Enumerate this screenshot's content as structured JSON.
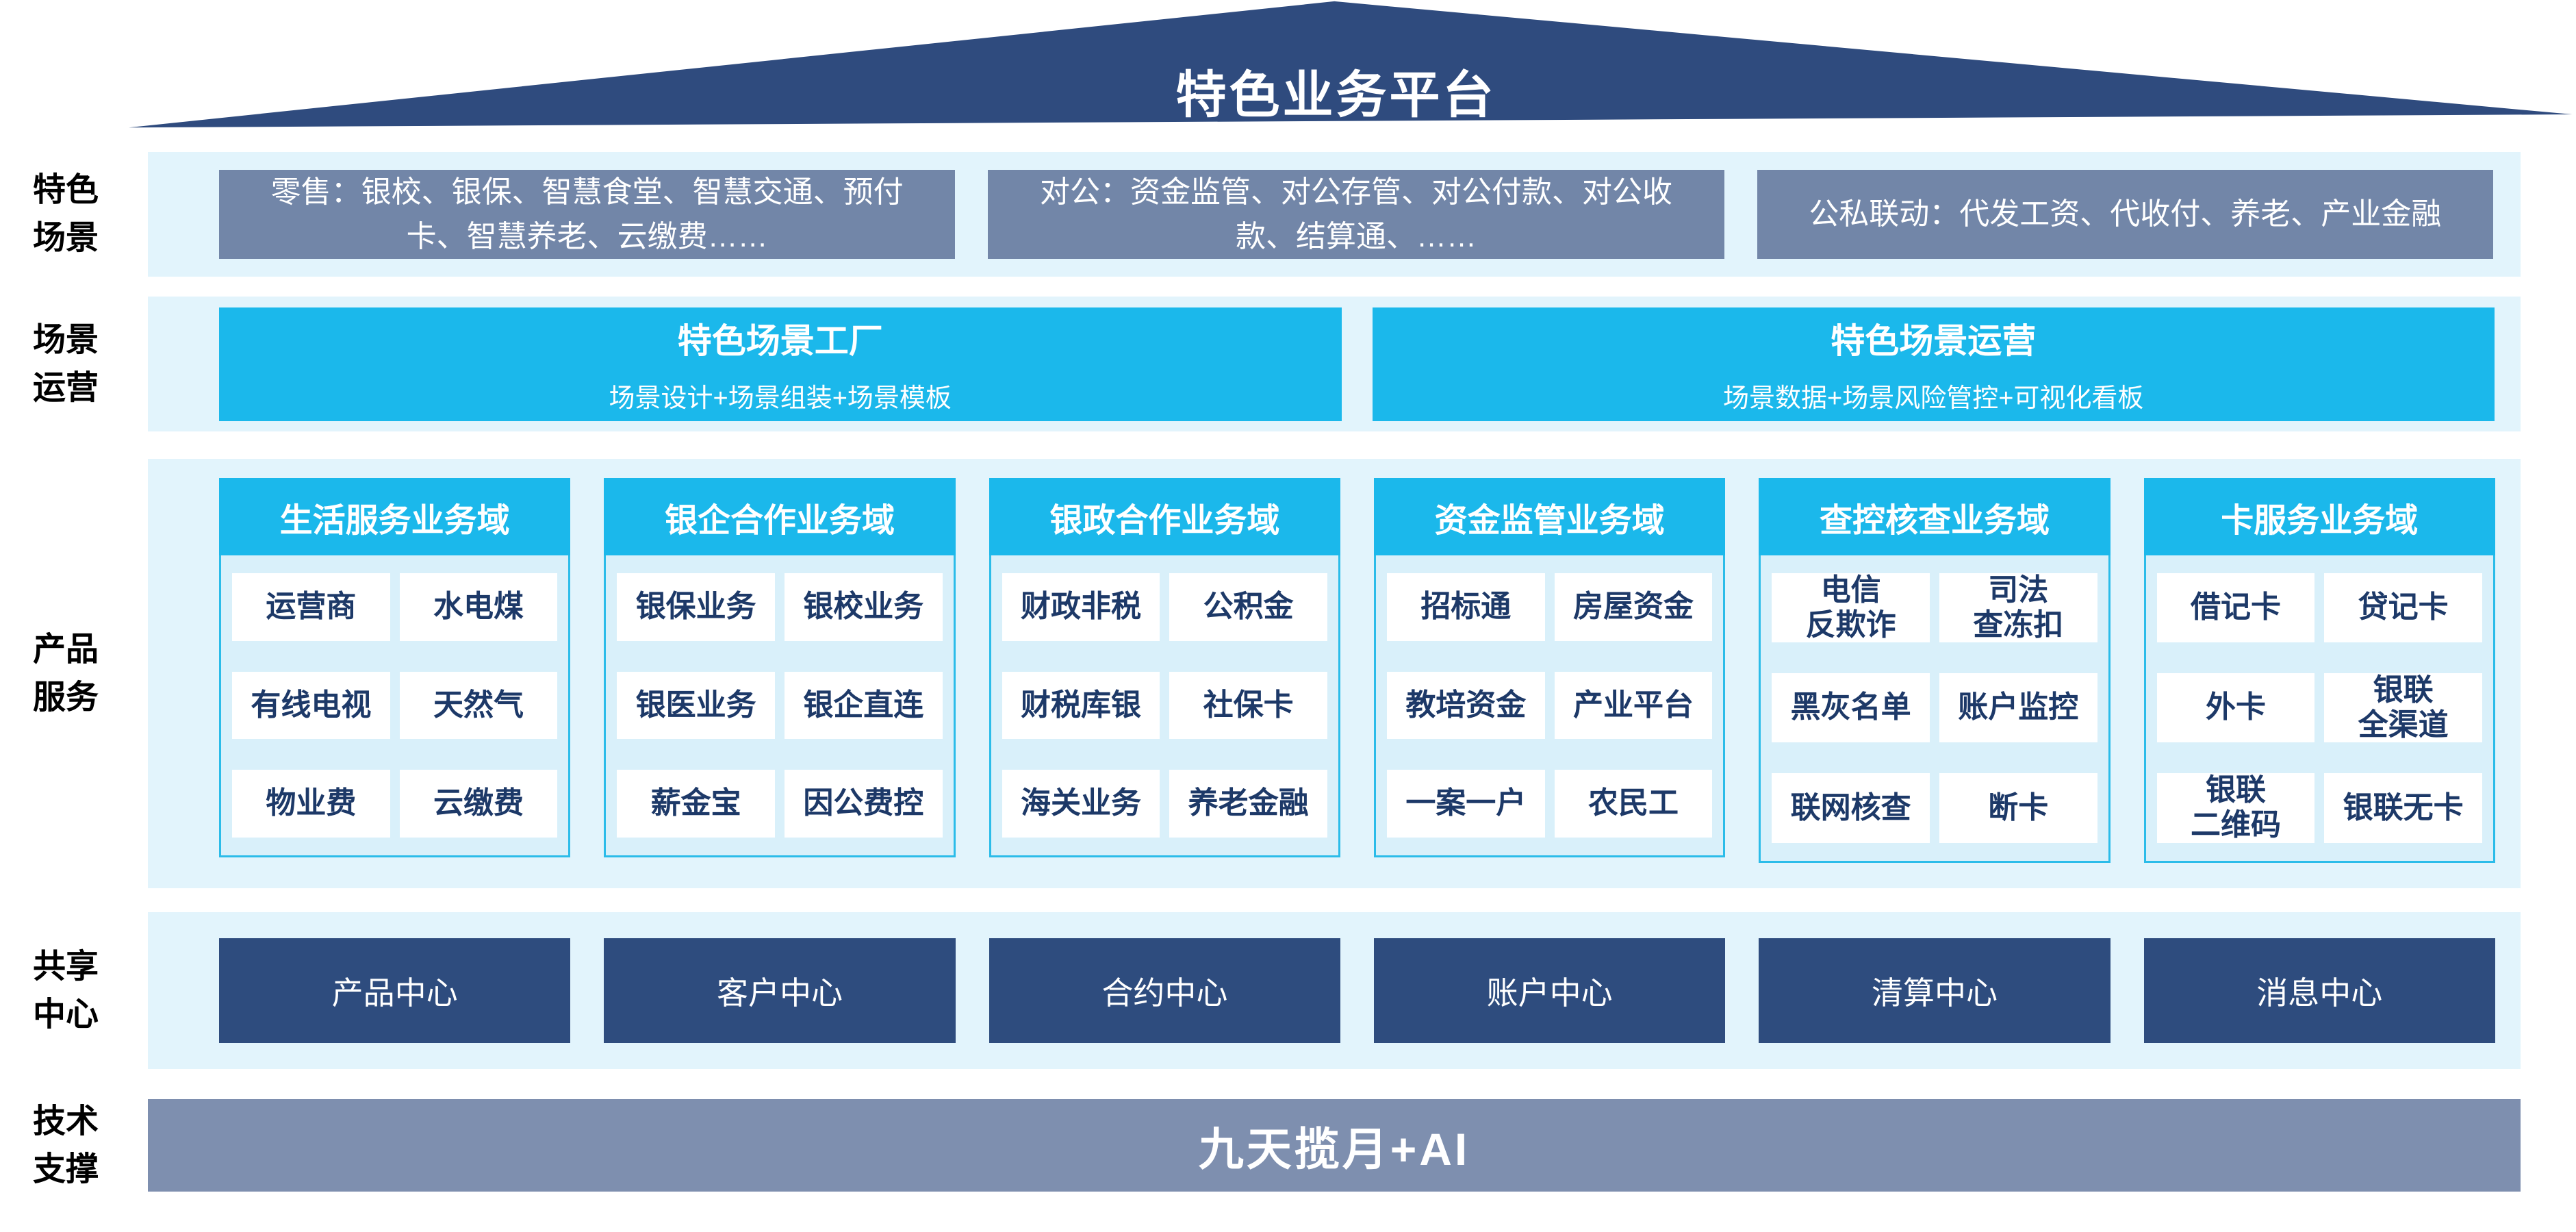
{
  "platform_title": "特色业务平台",
  "scene_row": {
    "label": "特色\n场景",
    "boxes": [
      "零售：银校、银保、智慧食堂、智慧交通、预付卡、智慧养老、云缴费……",
      "对公：资金监管、对公存管、对公付款、对公收款、结算通、……",
      "公私联动：代发工资、代收付、养老、产业金融"
    ]
  },
  "ops_row": {
    "label": "场景\n运营",
    "boxes": [
      {
        "title": "特色场景工厂",
        "subtitle": "场景设计+场景组装+场景模板"
      },
      {
        "title": "特色场景运营",
        "subtitle": "场景数据+场景风险管控+可视化看板"
      }
    ]
  },
  "product_row": {
    "label": "产品\n服务",
    "columns": [
      {
        "header": "生活服务业务域",
        "cells": [
          "运营商",
          "水电煤",
          "有线电视",
          "天然气",
          "物业费",
          "云缴费"
        ]
      },
      {
        "header": "银企合作业务域",
        "cells": [
          "银保业务",
          "银校业务",
          "银医业务",
          "银企直连",
          "薪金宝",
          "因公费控"
        ]
      },
      {
        "header": "银政合作业务域",
        "cells": [
          "财政非税",
          "公积金",
          "财税库银",
          "社保卡",
          "海关业务",
          "养老金融"
        ]
      },
      {
        "header": "资金监管业务域",
        "cells": [
          "招标通",
          "房屋资金",
          "教培资金",
          "产业平台",
          "一案一户",
          "农民工"
        ]
      },
      {
        "header": "查控核查业务域",
        "cells": [
          "电信\n反欺诈",
          "司法\n查冻扣",
          "黑灰名单",
          "账户监控",
          "联网核查",
          "断卡"
        ]
      },
      {
        "header": "卡服务业务域",
        "cells": [
          "借记卡",
          "贷记卡",
          "外卡",
          "银联\n全渠道",
          "银联\n二维码",
          "银联无卡"
        ]
      }
    ]
  },
  "share_row": {
    "label": "共享\n中心",
    "centers": [
      "产品中心",
      "客户中心",
      "合约中心",
      "账户中心",
      "清算中心",
      "消息中心"
    ]
  },
  "tech_row": {
    "label": "技术\n支撑",
    "bar_text": "九天揽月+AI"
  },
  "colors": {
    "roof_navy": "#2F4B7E",
    "cyan": "#1BB8EB",
    "steel_blue_box": "#7286A8",
    "band_background": "#E2F4FC",
    "panel_background": "#D9F0FA",
    "panel_border": "#2BBCE9",
    "cell_text_navy": "#1D3968",
    "center_box_navy": "#2E4C7E",
    "tech_bar_gray": "#7E8FAF"
  }
}
